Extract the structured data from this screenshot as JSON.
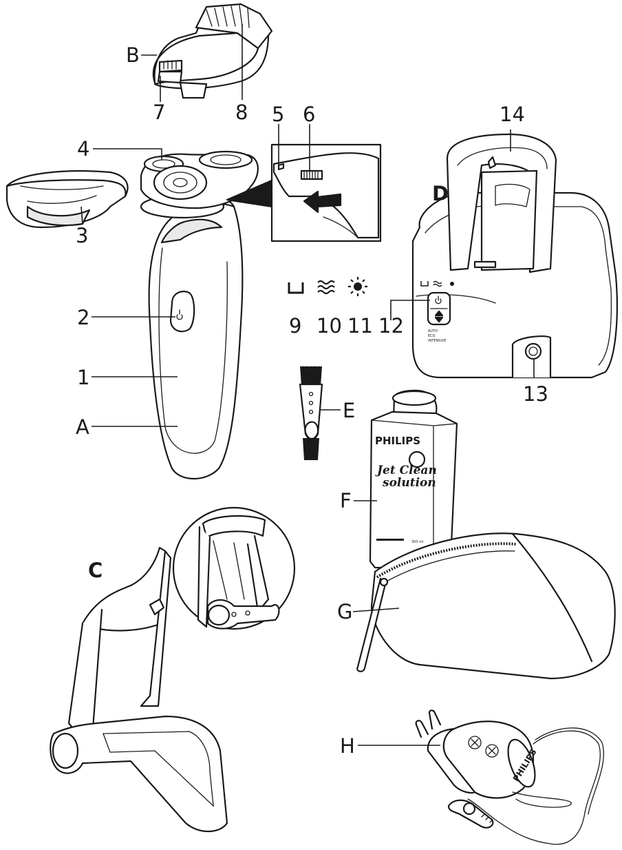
{
  "callouts": {
    "A": "A",
    "B": "B",
    "C": "C",
    "D": "D",
    "E": "E",
    "F": "F",
    "G": "G",
    "H": "H",
    "n1": "1",
    "n2": "2",
    "n3": "3",
    "n4": "4",
    "n5": "5",
    "n6": "6",
    "n7": "7",
    "n8": "8",
    "n9": "9",
    "n10": "10",
    "n11": "11",
    "n12": "12",
    "n13": "13",
    "n14": "14"
  },
  "solution_bottle": {
    "brand": "PHILIPS",
    "line1": "Jet Clean",
    "line2": "solution",
    "volume": "300 ml"
  },
  "adapter": {
    "brand": "PHILIPS"
  },
  "icons": [
    "cartridge-icon",
    "waves-icon",
    "sun-icon"
  ]
}
